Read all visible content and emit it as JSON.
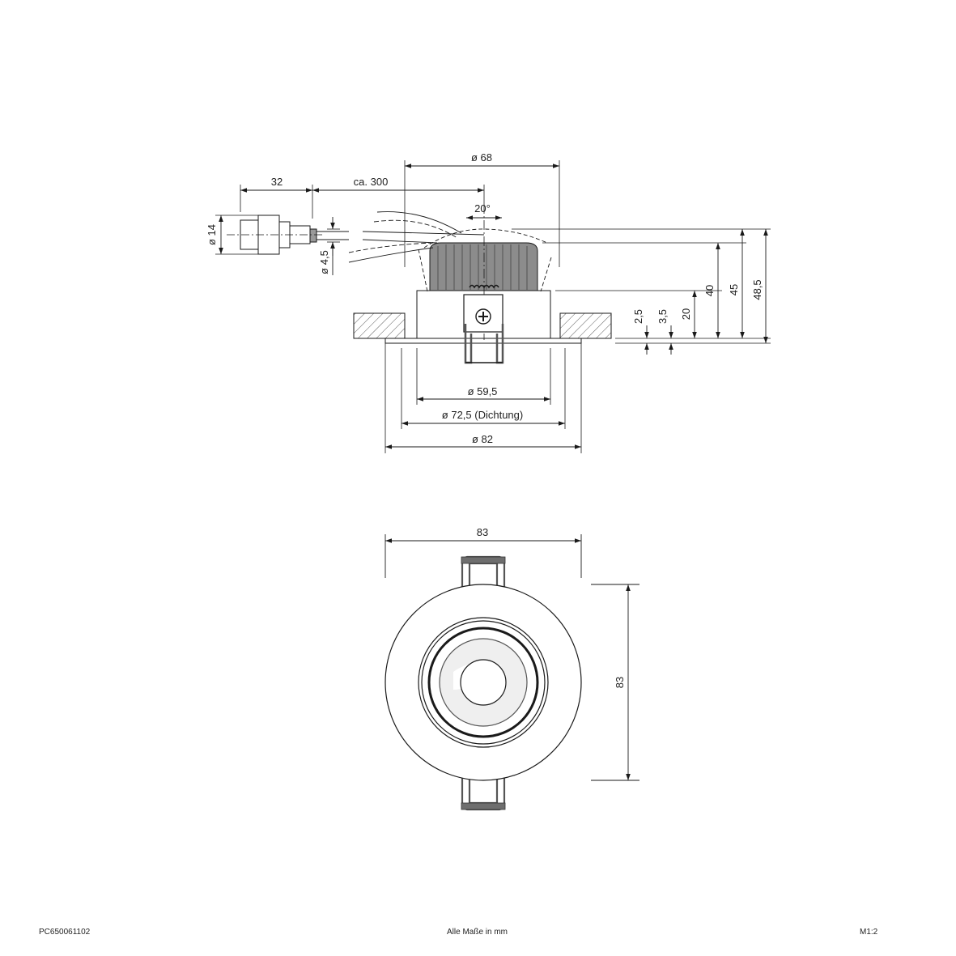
{
  "dimensions": {
    "top_diameter": "ø 68",
    "cable_32": "32",
    "cable_length": "ca. 300",
    "tilt_angle": "20°",
    "connector_diameter": "ø 14",
    "cable_diameter": "ø 4,5",
    "h_2_5": "2,5",
    "h_3_5": "3,5",
    "h_20": "20",
    "h_40": "40",
    "h_45": "45",
    "h_48_5": "48,5",
    "cutout_diameter": "ø 59,5",
    "seal_diameter": "ø 72,5 (Dichtung)",
    "flange_diameter": "ø 82",
    "plan_width": "83",
    "plan_height": "83"
  },
  "footer": {
    "article_number": "PC650061102",
    "units_note": "Alle Maße in mm",
    "scale": "M1:2"
  },
  "colors": {
    "line": "#1a1a1a",
    "heatsink": "#8c8c8c",
    "clip": "#6e6e6e"
  }
}
